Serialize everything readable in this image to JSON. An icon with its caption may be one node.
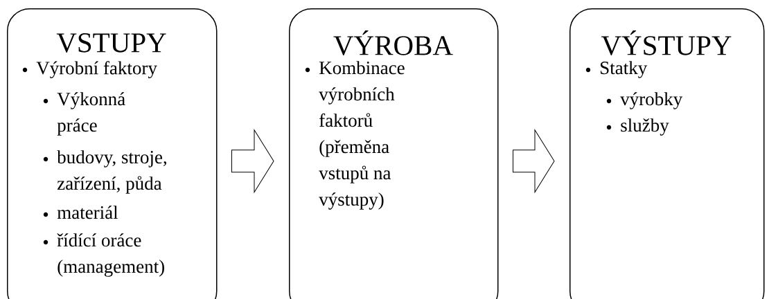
{
  "diagram": {
    "nodes": [
      {
        "text": [
          "VSTUPY",
          "Výrobní faktory",
          "Výkonná práce",
          "budovy, stroje, zařízení, půda",
          "materiál",
          "řídící oráce (management)"
        ]
      },
      {
        "text": [
          "VÝROBA",
          "Kombinace výrobních faktorů (přeměna vstupů na výstupy)"
        ]
      },
      {
        "text": [
          "VÝSTUPY",
          "Statky",
          "výrobky",
          "služby"
        ]
      }
    ],
    "edges": [
      {
        "from": 0,
        "to": 1,
        "arrow": "to"
      },
      {
        "from": 1,
        "to": 2,
        "arrow": "to"
      }
    ]
  }
}
